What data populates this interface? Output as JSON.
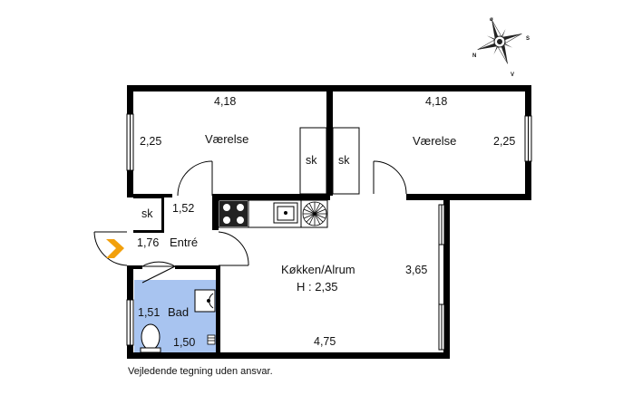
{
  "plan": {
    "footnote": "Vejledende tegning uden ansvar.",
    "rooms": [
      {
        "id": "vaerelse-left",
        "name": "Værelse",
        "width": "4,18",
        "depth": "2,25"
      },
      {
        "id": "vaerelse-right",
        "name": "Værelse",
        "width": "4,18",
        "depth": "2,25"
      },
      {
        "id": "kokken-alrum",
        "name": "Køkken/Alrum",
        "height_label": "H : 2,35",
        "width": "4,75",
        "depth": "3,65"
      },
      {
        "id": "entre",
        "name": "Entré",
        "width": "1,52",
        "depth": "1,76"
      },
      {
        "id": "bad",
        "name": "Bad",
        "width": "1,50",
        "depth": "1,51"
      }
    ],
    "closets": [
      "sk",
      "sk",
      "sk"
    ],
    "compass": {
      "north": "ø",
      "south": "S",
      "west": "N",
      "east": "V"
    },
    "colors": {
      "wall": "#000000",
      "bath_fill": "#a8c4f0",
      "entrance_arrow": "#f2a00c"
    }
  }
}
